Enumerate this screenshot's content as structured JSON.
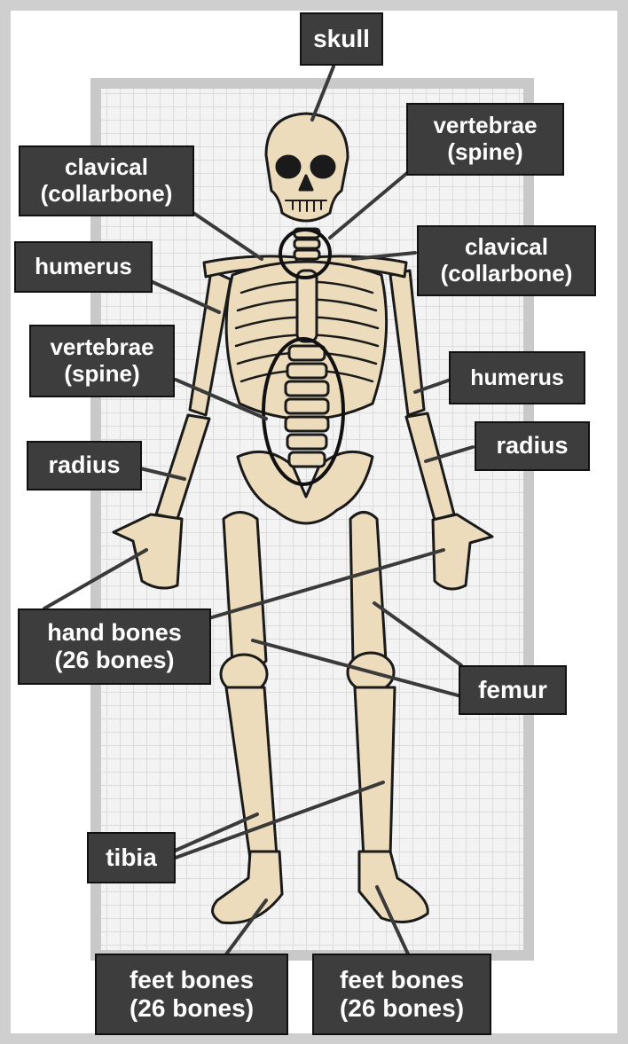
{
  "labels": {
    "skull": "skull",
    "vertebrae_top_line1": "vertebrae",
    "vertebrae_top_line2": "(spine)",
    "clavical_left_line1": "clavical",
    "clavical_left_line2": "(collarbone)",
    "clavical_right_line1": "clavical",
    "clavical_right_line2": "(collarbone)",
    "humerus_left": "humerus",
    "humerus_right": "humerus",
    "vertebrae_mid_line1": "vertebrae",
    "vertebrae_mid_line2": "(spine)",
    "radius_left": "radius",
    "radius_right": "radius",
    "hand_line1": "hand bones",
    "hand_line2": "(26 bones)",
    "femur": "femur",
    "tibia": "tibia",
    "feet_left_line1": "feet bones",
    "feet_left_line2": "(26 bones)",
    "feet_right_line1": "feet bones",
    "feet_right_line2": "(26 bones)"
  },
  "colors": {
    "bone": "#ecdcbc",
    "outline": "#1a1a1a",
    "label_bg": "#3d3d3d",
    "label_text": "#ffffff",
    "frame": "#cfcfcf",
    "grid_panel": "#f1f1f1",
    "leader": "#3a3a3a"
  }
}
